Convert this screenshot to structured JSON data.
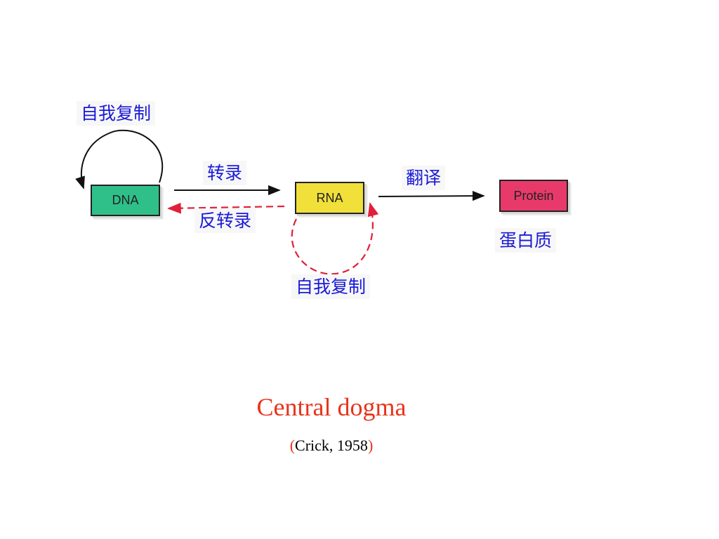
{
  "diagram": {
    "nodes": {
      "dna": {
        "label": "DNA",
        "color": "#2fc08a"
      },
      "rna": {
        "label": "RNA",
        "color": "#f1df3a"
      },
      "protein": {
        "label": "Protein",
        "color": "#e83a6a"
      }
    },
    "labels": {
      "dna_replication": "自我复制",
      "transcription": "转录",
      "reverse_transcription": "反转录",
      "translation": "翻译",
      "protein_cn": "蛋白质",
      "rna_replication": "自我复制"
    },
    "colors": {
      "label_text": "#1a1ad8",
      "solid_arrow": "#111111",
      "dashed_arrow": "#e0203a"
    }
  },
  "caption": {
    "title": "Central dogma",
    "title_color": "#e8331a",
    "citation_open": "(",
    "citation_body": "Crick, 1958",
    "citation_close": ")",
    "paren_color": "#e8331a"
  }
}
